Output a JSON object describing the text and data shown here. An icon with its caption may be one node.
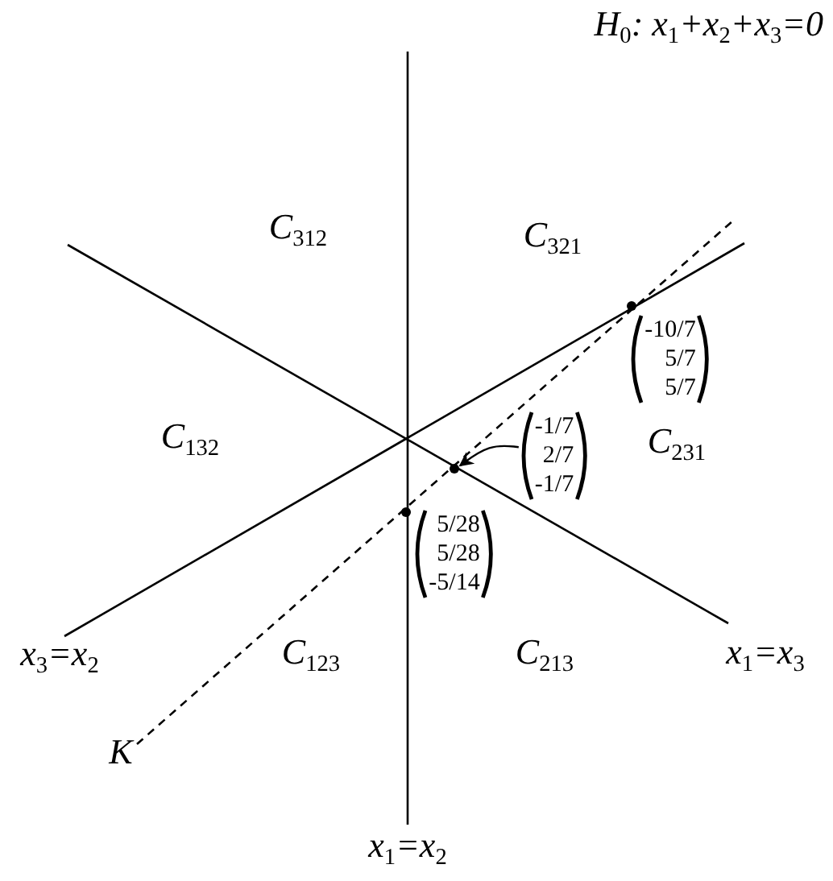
{
  "diagram": {
    "title": "H$_{0}$: x$_{1}$+x$_{2}$+x$_{3}$=0",
    "nodes": [
      {
        "text": [],
        "shape": "circle"
      },
      {
        "text": [],
        "shape": "circle"
      },
      {
        "text": [],
        "shape": "circle"
      },
      {
        "text": [
          "-10/7",
          "5/7",
          "5/7"
        ]
      },
      {
        "text": [
          "-1/7",
          "2/7",
          "-1/7"
        ]
      },
      {
        "text": [
          "5/28",
          "5/28",
          "-5/14"
        ]
      }
    ],
    "edges": [
      {
        "from": 4,
        "to": 1,
        "arrow": "to"
      }
    ],
    "labels": [
      "C$_{312}$",
      "C$_{321}$",
      "C$_{132}$",
      "C$_{231}$",
      "x$_{3}$=x$_{2}$",
      "C$_{123}$",
      "C$_{213}$",
      "x$_{1}$=x$_{3}$",
      "K",
      "x$_{1}$=x$_{2}$"
    ]
  }
}
